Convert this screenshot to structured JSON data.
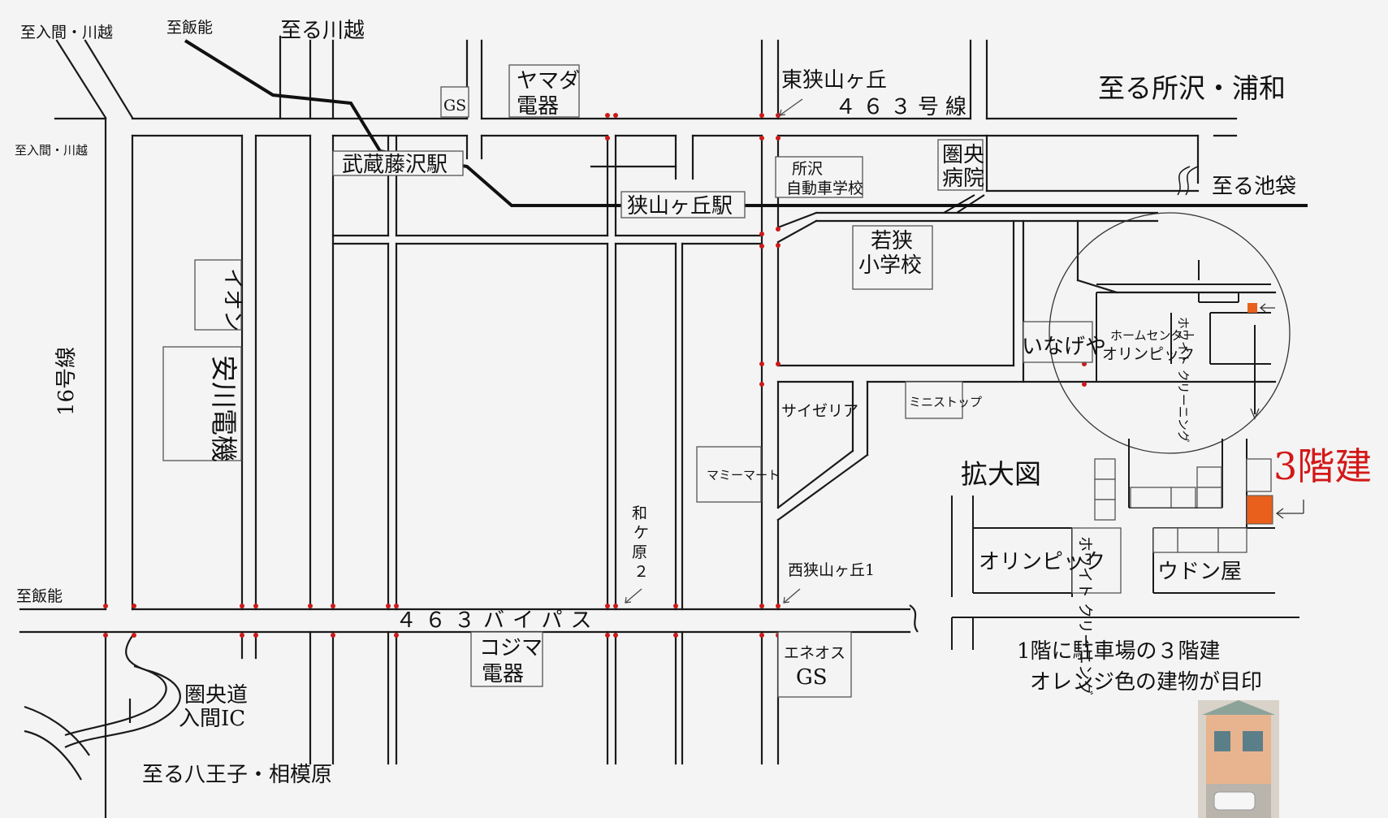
{
  "directions": {
    "iruma_kawagoe_top": "至入間・川越",
    "hanno_top": "至飯能",
    "kawagoe": "至る川越",
    "tokorozawa_urawa": "至る所沢・浦和",
    "iruma_kawagoe_left": "至入間・川越",
    "ikebukuro": "至る池袋",
    "hanno_left": "至飯能",
    "hachioji_sagamihara": "至る八王子・相模原"
  },
  "roads": {
    "route463": "４６３号線",
    "route16": "16号線",
    "bypass463": "４６３バイパス"
  },
  "stations": {
    "musashi_fujisawa": "武蔵藤沢駅",
    "sayamagaoka": "狭山ヶ丘駅"
  },
  "landmarks": {
    "gs_top": "GS",
    "yamada_1": "ヤマダ",
    "yamada_2": "電器",
    "higashi_sayamagaoka": "東狭山ヶ丘",
    "driving_school_1": "所沢",
    "driving_school_2": "自動車学校",
    "hospital_1": "圏央",
    "hospital_2": "病院",
    "aeon": "イオン",
    "yasukawa": "安川電機",
    "wakasa_school_1": "若狭",
    "wakasa_school_2": "小学校",
    "inageya": "いなげや",
    "homecenter_1": "ホームセンター",
    "homecenter_2": "オリンピック",
    "white_cleaning": "ホワイト クリーニング",
    "saizeriya": "サイゼリア",
    "ministop": "ミニストップ",
    "mamimart": "マミーマート",
    "wagahara_1": "和",
    "wagahara_2": "ケ",
    "wagahara_3": "原",
    "wagahara_4": "２",
    "nishi_sayamagaoka": "西狭山ヶ丘1",
    "kojima_1": "コジマ",
    "kojima_2": "電器",
    "eneos_1": "エネオス",
    "eneos_2": "GS",
    "kenoudo_1": "圏央道",
    "kenoudo_2": "入間IC"
  },
  "enlarged": {
    "title": "拡大図",
    "floors": "3階建",
    "olympic": "オリンピック",
    "white_cleaning": "ホワイト クリーニング",
    "udon": "ウドン屋",
    "note_line1": "1階に駐車場の３階建",
    "note_line2": "オレンジ色の建物が目印"
  },
  "colors": {
    "road": "#1a1a1a",
    "signal_dot": "#cc1a1a",
    "target_building": "#e8601c",
    "floors_text": "#d31818"
  }
}
